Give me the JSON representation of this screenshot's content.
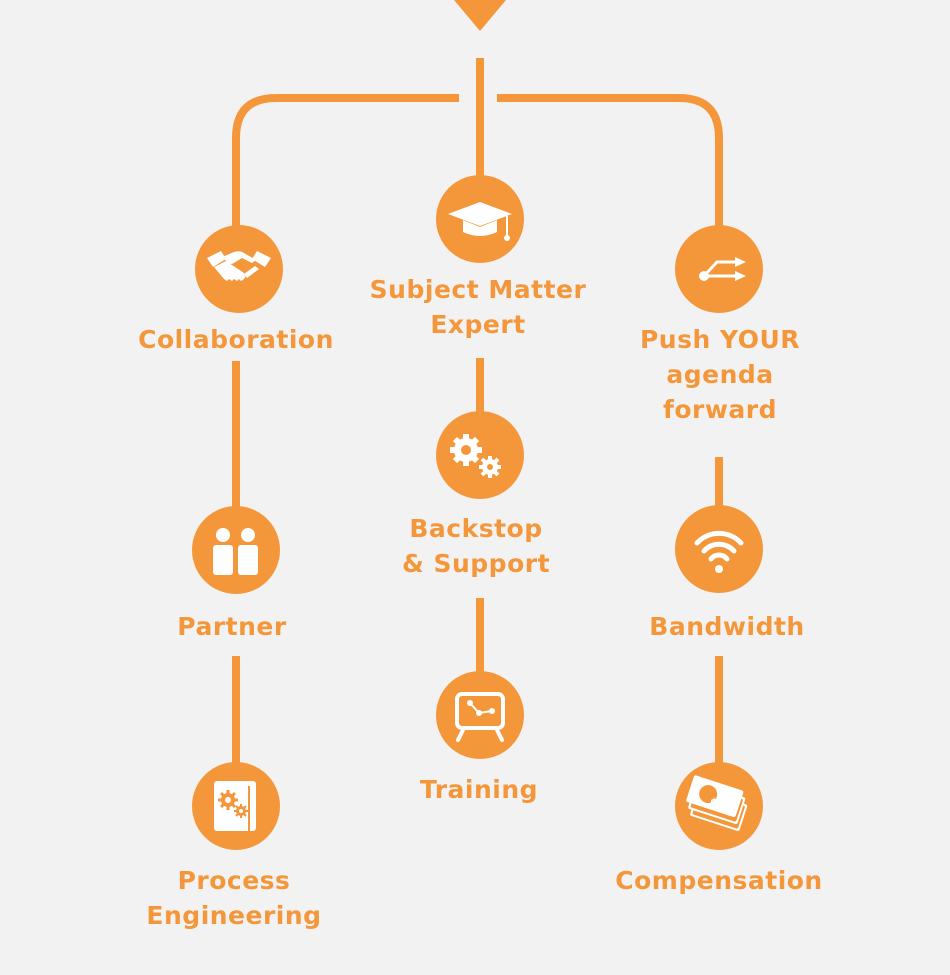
{
  "colors": {
    "accent": "#f4973a",
    "icon": "#ffffff",
    "background": "#f2f2f2"
  },
  "nodes": {
    "collaboration": {
      "lines": [
        "Collaboration"
      ],
      "icon": "handshake-icon"
    },
    "subject_matter_expert": {
      "lines": [
        "Subject Matter",
        "Expert"
      ],
      "icon": "graduation-cap-icon"
    },
    "push_your_agenda": {
      "lines": [
        "Push YOUR",
        "agenda",
        "forward"
      ],
      "icon": "share-arrows-icon"
    },
    "partner": {
      "lines": [
        "Partner"
      ],
      "icon": "people-icon"
    },
    "backstop_support": {
      "lines": [
        "Backstop",
        "& Support"
      ],
      "icon": "gears-icon"
    },
    "bandwidth": {
      "lines": [
        "Bandwidth"
      ],
      "icon": "wifi-icon"
    },
    "process_engineering": {
      "lines": [
        "Process",
        "Engineering"
      ],
      "icon": "gear-book-icon"
    },
    "training": {
      "lines": [
        "Training"
      ],
      "icon": "presentation-board-icon"
    },
    "compensation": {
      "lines": [
        "Compensation"
      ],
      "icon": "money-icon"
    }
  }
}
